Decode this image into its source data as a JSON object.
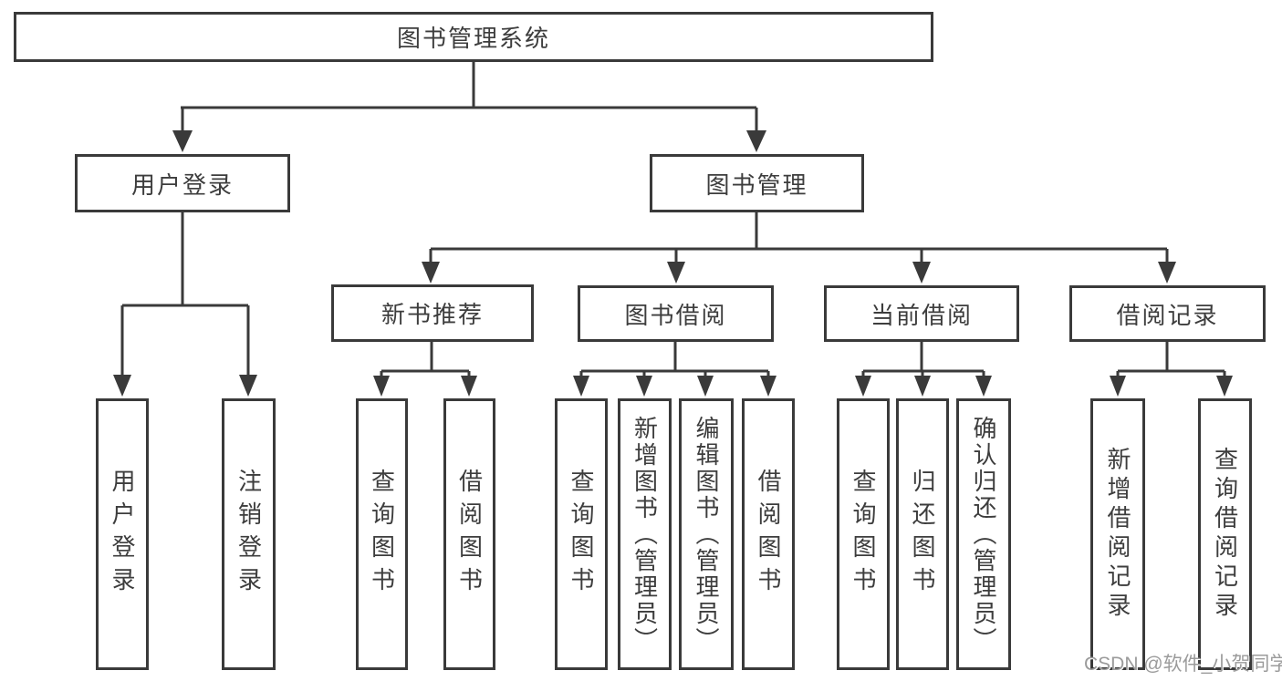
{
  "diagram": {
    "title": "图书管理系统",
    "watermark": "CSDN @软件_小贺同学",
    "colors": {
      "line": "#3a3a3a",
      "box_border": "#3a3a3a",
      "box_fill": "#ffffff",
      "text": "#3d3d3d",
      "watermark_text": "#9b9b9b",
      "background": "#ffffff"
    },
    "branches": [
      {
        "label": "用户登录",
        "children": [
          {
            "label": "用户登录"
          },
          {
            "label": "注销登录"
          }
        ]
      },
      {
        "label": "图书管理",
        "children": [
          {
            "label": "新书推荐",
            "children": [
              {
                "label": "查询图书"
              },
              {
                "label": "借阅图书"
              }
            ]
          },
          {
            "label": "图书借阅",
            "children": [
              {
                "label": "查询图书"
              },
              {
                "label": "新增图书（管理员）"
              },
              {
                "label": "编辑图书（管理员）"
              },
              {
                "label": "借阅图书"
              }
            ]
          },
          {
            "label": "当前借阅",
            "children": [
              {
                "label": "查询图书"
              },
              {
                "label": "归还图书"
              },
              {
                "label": "确认归还（管理员）"
              }
            ]
          },
          {
            "label": "借阅记录",
            "children": [
              {
                "label": "新增借阅记录"
              },
              {
                "label": "查询借阅记录"
              }
            ]
          }
        ]
      }
    ]
  }
}
